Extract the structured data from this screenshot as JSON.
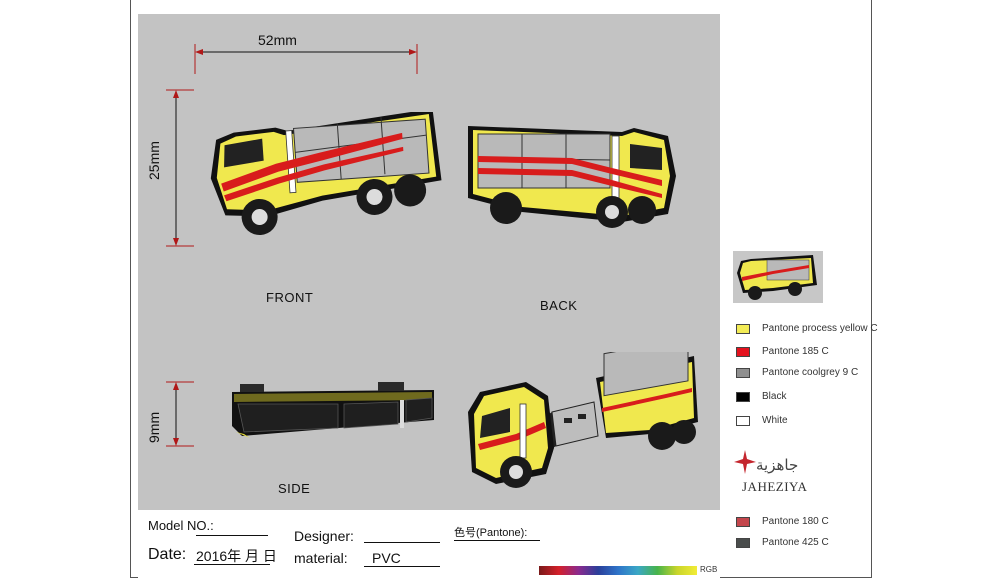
{
  "views": {
    "front": "FRONT",
    "back": "BACK",
    "side": "SIDE"
  },
  "dimensions": {
    "width": "52mm",
    "height": "25mm",
    "thickness": "9mm"
  },
  "info": {
    "model_label": "Model NO.:",
    "model_value": "",
    "date_label": "Date:",
    "date_value": "2016年 月 日",
    "designer_label": "Designer:",
    "designer_value": "",
    "material_label": "material:",
    "material_value": "PVC",
    "pantone_label": "色号(Pantone):",
    "rgb_label": "RGB"
  },
  "legend": [
    {
      "name": "Pantone process yellow C",
      "color": "#f3ec56"
    },
    {
      "name": "Pantone 185 C",
      "color": "#e4121e"
    },
    {
      "name": "Pantone coolgrey 9 C",
      "color": "#8f8f8f"
    },
    {
      "name": "Black",
      "color": "#000000"
    },
    {
      "name": "White",
      "color": "#ffffff"
    }
  ],
  "legend_extra": [
    {
      "name": "Pantone 180 C",
      "color": "#c4464c"
    },
    {
      "name": "Pantone 425 C",
      "color": "#4a4d4c"
    }
  ],
  "brand": {
    "arabic": "جاهزية",
    "latin": "JAHEZIYA"
  }
}
